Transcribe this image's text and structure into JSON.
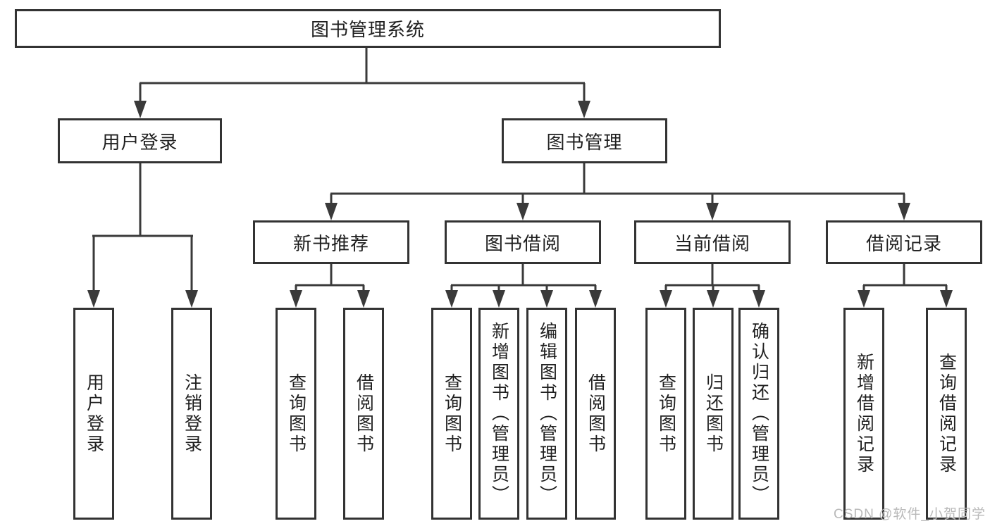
{
  "watermark": "CSDN @软件_小贺同学",
  "tree": {
    "root": "图书管理系统",
    "user_branch": {
      "label": "用户登录",
      "children": [
        "用户登录",
        "注销登录"
      ]
    },
    "book_branch": {
      "label": "图书管理",
      "groups": [
        {
          "label": "新书推荐",
          "children": [
            "查询图书",
            "借阅图书"
          ]
        },
        {
          "label": "图书借阅",
          "children": [
            "查询图书",
            "新增图书（管理员）",
            "编辑图书（管理员）",
            "借阅图书"
          ]
        },
        {
          "label": "当前借阅",
          "children": [
            "查询图书",
            "归还图书",
            "确认归还（管理员）"
          ]
        },
        {
          "label": "借阅记录",
          "children": [
            "新增借阅记录",
            "查询借阅记录"
          ]
        }
      ]
    }
  }
}
